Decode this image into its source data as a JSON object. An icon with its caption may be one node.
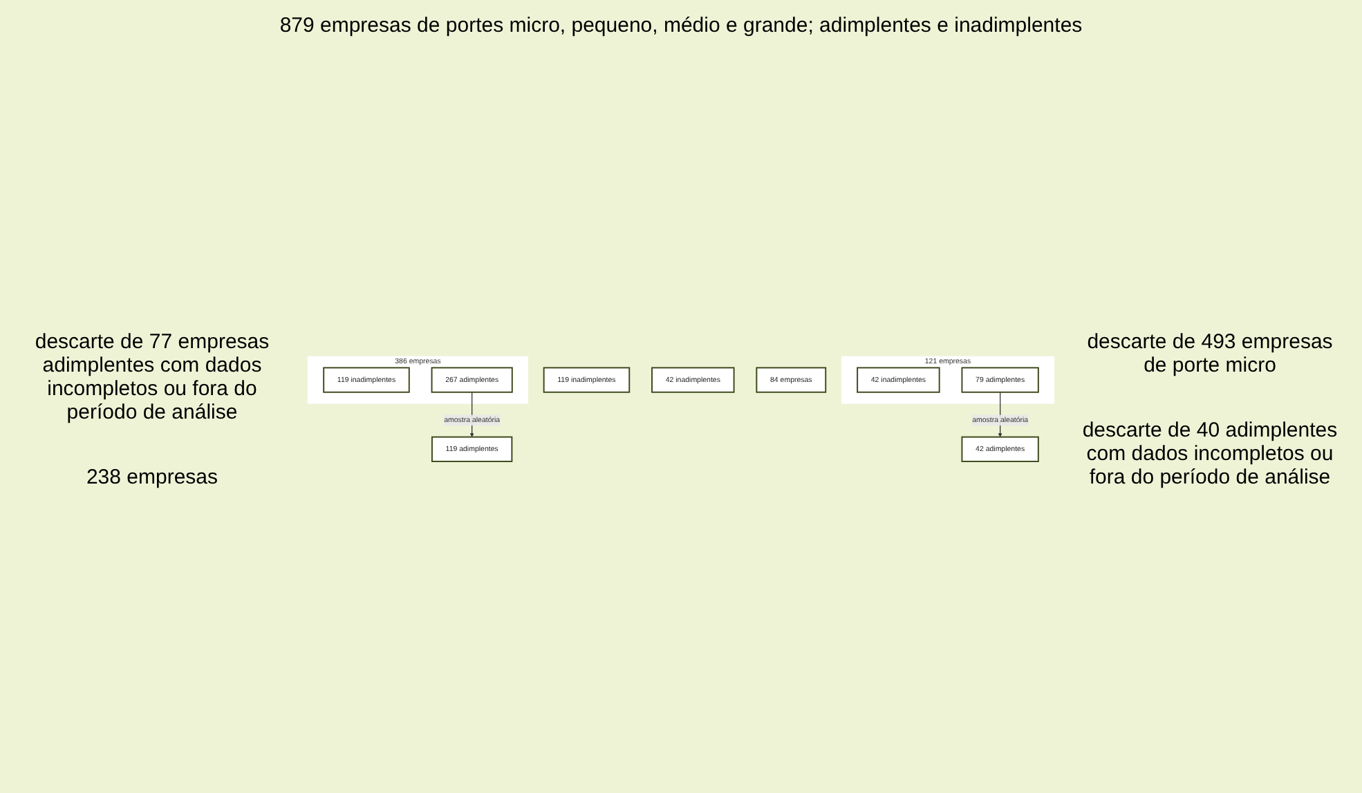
{
  "diagram": {
    "title": "879 empresas de portes micro, pequeno, médio e grande; adimplentes e inadimplentes",
    "nodes": [
      {
        "text": [
          "386 empresas"
        ]
      },
      {
        "text": [
          "119 inadimplentes"
        ],
        "in": 0
      },
      {
        "text": [
          "267 adimplentes"
        ],
        "in": 0
      },
      {
        "text": [
          "119 inadimplentes"
        ]
      },
      {
        "text": [
          "119 adimplentes"
        ]
      },
      {
        "text": [
          "121 empresas"
        ]
      },
      {
        "text": [
          "42 inadimplentes"
        ],
        "in": 5
      },
      {
        "text": [
          "79 adimplentes"
        ],
        "in": 5
      },
      {
        "text": [
          "42 inadimplentes"
        ]
      },
      {
        "text": [
          "42 adimplentes"
        ]
      },
      {
        "text": [
          "84 empresas"
        ]
      }
    ],
    "edges": [
      {
        "from": 2,
        "to": 4,
        "arrow": "to",
        "label": "amostra aleatória"
      },
      {
        "from": 7,
        "to": 9,
        "arrow": "to",
        "label": "amostra aleatória"
      }
    ],
    "labels": [
      "descarte de 493 empresas de porte micro",
      "descarte de 77 empresas adimplentes com dados incompletos ou fora do período de análise",
      "238 empresas",
      "descarte de 40 adimplentes com dados incompletos ou fora do período de análise"
    ]
  }
}
